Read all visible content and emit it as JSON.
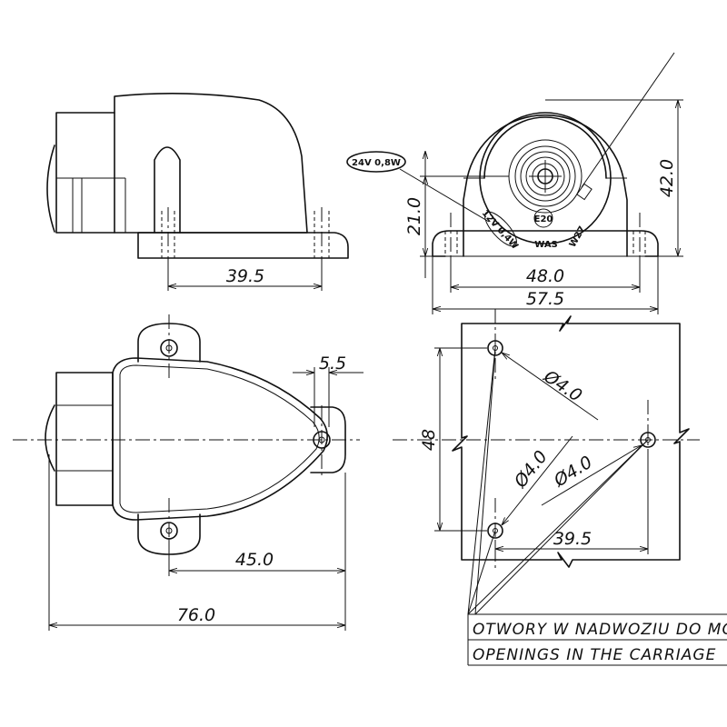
{
  "dimensions": {
    "side_hole_spacing": "39.5",
    "front_height_total": "42.0",
    "front_height_axis": "21.0",
    "front_base_inner": "48.0",
    "front_base_outer": "57.5",
    "top_hole_offset": "5.5",
    "top_hole_to_rear": "45.0",
    "top_total_length": "76.0",
    "cutout_hole_span": "48",
    "cutout_hole_dia_1": "Ø4.0",
    "cutout_hole_dia_2": "Ø4.0",
    "cutout_hole_dia_3": "Ø4.0",
    "cutout_hole_spacing": "39.5"
  },
  "markings": {
    "bulb_label_24v": "24V 0,8W",
    "bulb_label_12v": "12V 0,4W",
    "e_mark": "E20",
    "brand": "WAS",
    "model": "W27"
  },
  "notes": {
    "polish": "OTWORY W NADWOZIU DO MO",
    "english": "OPENINGS IN THE CARRIAGE"
  }
}
